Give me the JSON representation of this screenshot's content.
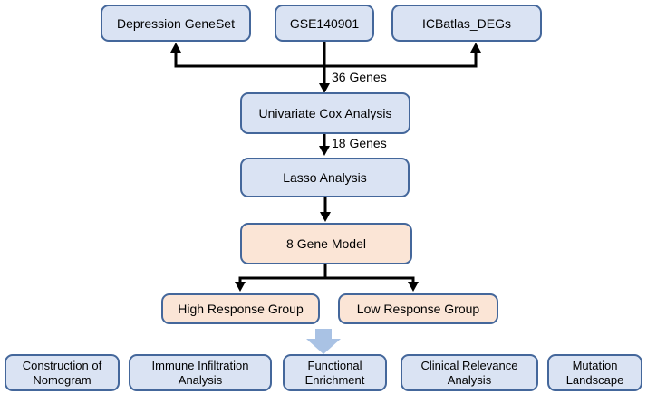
{
  "diagram": {
    "title": "Gene model analysis workflow flowchart",
    "colors": {
      "box_border": "#44679b",
      "box_fill_blue": "#dae3f3",
      "box_fill_peach": "#fbe5d6",
      "block_arrow_fill": "#a9c2e4",
      "connector": "#000000"
    },
    "nodes": {
      "depression_geneset": {
        "label": "Depression GeneSet"
      },
      "gse140901": {
        "label": "GSE140901"
      },
      "icbatlas_degs": {
        "label": "ICBatlas_DEGs"
      },
      "univariate_cox": {
        "label": "Univariate Cox Analysis"
      },
      "lasso": {
        "label": "Lasso Analysis"
      },
      "gene_model": {
        "label": "8 Gene Model"
      },
      "high_response": {
        "label": "High Response Group"
      },
      "low_response": {
        "label": "Low Response Group"
      }
    },
    "bottom_row": [
      {
        "label": "Construction of Nomogram"
      },
      {
        "label": "Immune Infiltration Analysis"
      },
      {
        "label": "Functional Enrichment"
      },
      {
        "label": "Clinical Relevance Analysis"
      },
      {
        "label": "Mutation Landscape"
      }
    ],
    "edge_labels": {
      "genes36": "36 Genes",
      "genes18": "18 Genes"
    }
  }
}
